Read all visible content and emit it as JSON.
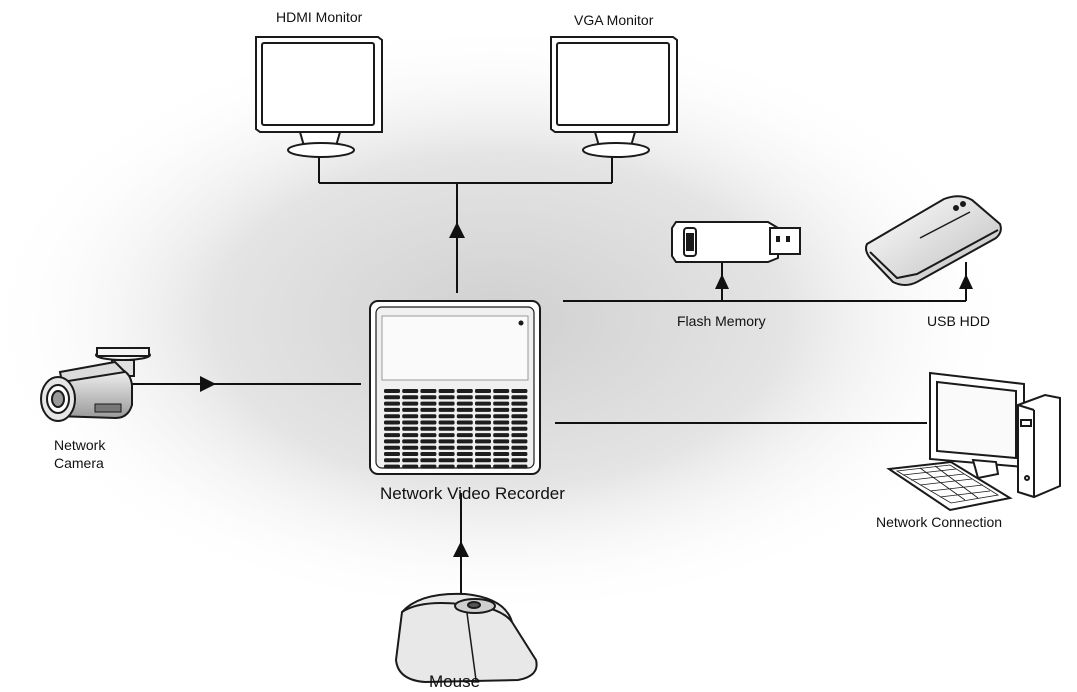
{
  "labels": {
    "hdmi_monitor": "HDMI Monitor",
    "vga_monitor": "VGA Monitor",
    "flash_memory": "Flash Memory",
    "usb_hdd": "USB HDD",
    "network_camera_line1": "Network",
    "network_camera_line2": "Camera",
    "nvr": "Network Video Recorder",
    "network_connection": "Network Connection",
    "mouse": "Mouse"
  },
  "colors": {
    "line": "#111111",
    "device_fill": "#ffffff",
    "device_stroke": "#1a1a1a",
    "shadow_gray": "#d2d2d2",
    "grille": "#1e1e1e"
  }
}
